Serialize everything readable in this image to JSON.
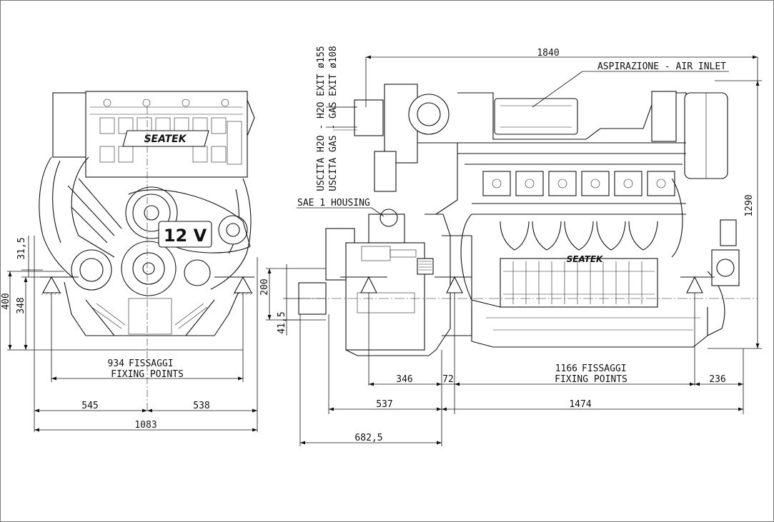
{
  "dimensions": {
    "front_width_total": "1083",
    "front_left_half": "545",
    "front_right_half": "538",
    "front_fixing_distance": "934",
    "front_height_400": "400",
    "front_height_348": "348",
    "front_height_31_5": "31,5",
    "side_length_total": "1840",
    "side_height": "1290",
    "side_200": "200",
    "side_41_5": "41,5",
    "side_346": "346",
    "side_72": "72",
    "side_fixing_distance": "1166",
    "side_236": "236",
    "side_537": "537",
    "side_1474": "1474",
    "side_682_5": "682,5"
  },
  "labels": {
    "fixing_it": "FISSAGGI",
    "fixing_en": "FIXING POINTS",
    "air_inlet": "ASPIRAZIONE - AIR INLET",
    "sae_housing": "SAE 1 HOUSING",
    "h2o_exit": "USCITA H2O - H2O EXIT ø155",
    "gas_exit": "USCITA GAS - GAS EXIT ø108"
  },
  "branding": {
    "logo_front": "SEATEK",
    "logo_side": "SEATEK",
    "cylinders": "12 V"
  }
}
